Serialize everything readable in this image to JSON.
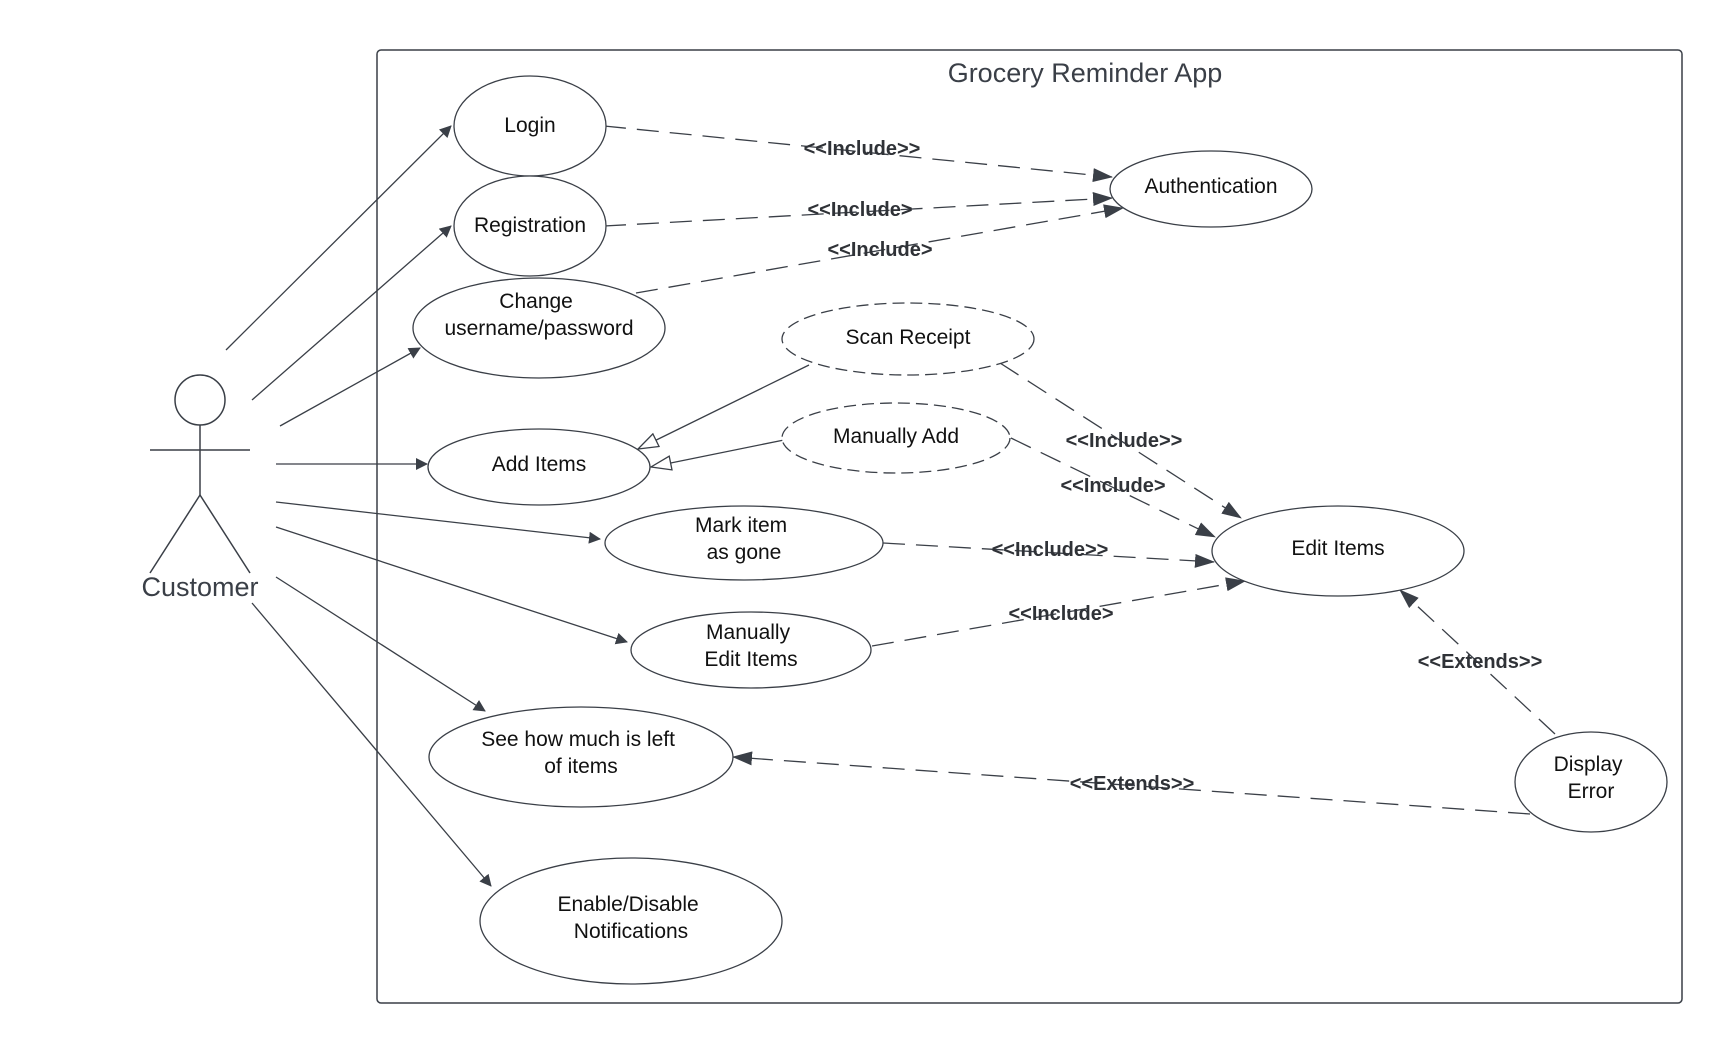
{
  "colors": {
    "line": "#3a3f47",
    "text": "#111111",
    "background": "#ffffff"
  },
  "system": {
    "title": "Grocery Reminder App"
  },
  "actor": {
    "label": "Customer"
  },
  "use_cases": [
    {
      "id": "login",
      "lines": [
        "Login"
      ]
    },
    {
      "id": "registration",
      "lines": [
        "Registration"
      ]
    },
    {
      "id": "change",
      "lines": [
        "Change",
        "username/password"
      ]
    },
    {
      "id": "authentication",
      "lines": [
        "Authentication"
      ]
    },
    {
      "id": "scan",
      "lines": [
        "Scan Receipt"
      ],
      "style": "dashed"
    },
    {
      "id": "manual_add",
      "lines": [
        "Manually Add"
      ],
      "style": "dashed"
    },
    {
      "id": "add_items",
      "lines": [
        "Add Items"
      ]
    },
    {
      "id": "mark_gone",
      "lines": [
        "Mark item",
        "as gone"
      ]
    },
    {
      "id": "edit_items",
      "lines": [
        "Edit Items"
      ]
    },
    {
      "id": "manual_edit",
      "lines": [
        "Manually",
        "Edit Items"
      ]
    },
    {
      "id": "see_left",
      "lines": [
        "See how much is left",
        "of items"
      ]
    },
    {
      "id": "display_error",
      "lines": [
        "Display",
        "Error"
      ]
    },
    {
      "id": "notifications",
      "lines": [
        "Enable/Disable",
        "Notifications"
      ]
    }
  ],
  "relationships": [
    {
      "id": "r1",
      "from": "login",
      "to": "authentication",
      "type": "include",
      "label": "<<Include>>"
    },
    {
      "id": "r2",
      "from": "registration",
      "to": "authentication",
      "type": "include",
      "label": "<<Include>"
    },
    {
      "id": "r3",
      "from": "change",
      "to": "authentication",
      "type": "include",
      "label": "<<Include>"
    },
    {
      "id": "r4",
      "from": "scan",
      "to": "edit_items",
      "type": "include",
      "label": "<<Include>>"
    },
    {
      "id": "r5",
      "from": "manual_add",
      "to": "edit_items",
      "type": "include",
      "label": "<<Include>"
    },
    {
      "id": "r6",
      "from": "mark_gone",
      "to": "edit_items",
      "type": "include",
      "label": "<<Include>>"
    },
    {
      "id": "r7",
      "from": "manual_edit",
      "to": "edit_items",
      "type": "include",
      "label": "<<Include>"
    },
    {
      "id": "r8",
      "from": "display_error",
      "to": "edit_items",
      "type": "extends",
      "label": "<<Extends>>"
    },
    {
      "id": "r9",
      "from": "display_error",
      "to": "see_left",
      "type": "extends",
      "label": "<<Extends>>"
    },
    {
      "id": "g1",
      "from": "scan",
      "to": "add_items",
      "type": "generalization"
    },
    {
      "id": "g2",
      "from": "manual_add",
      "to": "add_items",
      "type": "generalization"
    }
  ],
  "associations": [
    "login",
    "registration",
    "change",
    "add_items",
    "mark_gone",
    "manual_edit",
    "see_left",
    "notifications"
  ]
}
